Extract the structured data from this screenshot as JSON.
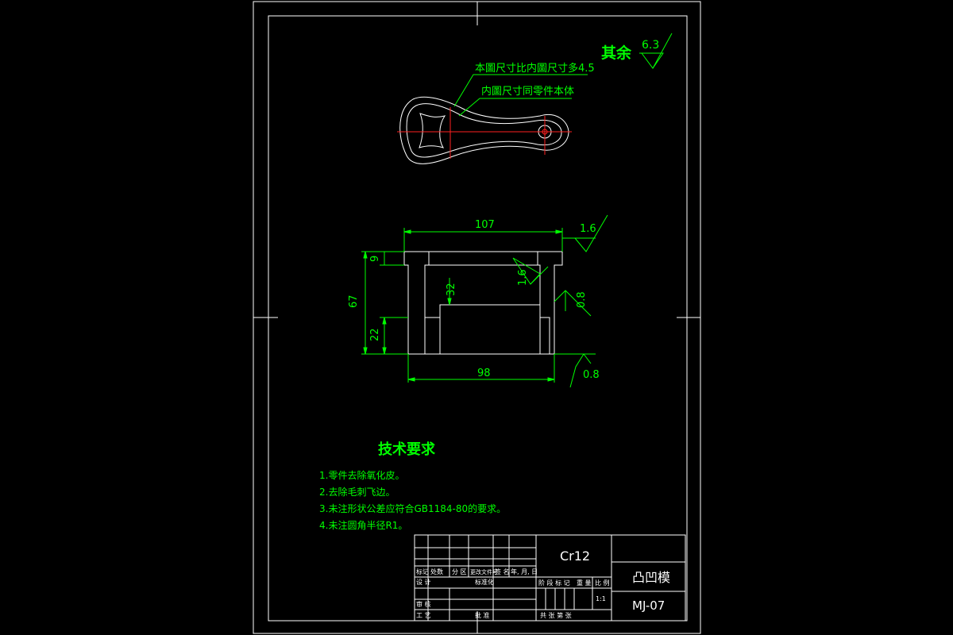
{
  "roughness": {
    "general_prefix": "其余",
    "general_value": "6.3",
    "top_face": "1.6",
    "inner_face": "1.6",
    "outer_face": "0.8",
    "bottom_face": "0.8"
  },
  "notes": {
    "leader_1": "本圖尺寸比内圖尺寸多4.5",
    "leader_2": "内圖尺寸同零件本体"
  },
  "dimensions": {
    "top_width": "107",
    "bottom_width": "98",
    "total_height": "67",
    "top_step": "9",
    "bottom_step": "22",
    "inner_height": "32"
  },
  "tech_requirements": {
    "title": "技术要求",
    "items": [
      "1.零件去除氧化皮。",
      "2.去除毛刺飞边。",
      "3.未注形状公差应符合GB1184-80的要求。",
      "4.未注圆角半径R1。"
    ]
  },
  "title_block": {
    "material": "Cr12",
    "part_name": "凸凹模",
    "drawing_no": "MJ-07",
    "scale": "1:1",
    "col_labels": [
      "标记",
      "处数",
      "分 区",
      "更改文件号",
      "签 名",
      "年, 月, 日"
    ],
    "design_label": "设 计",
    "standardize_label": "标准化",
    "review_label": "审 核",
    "process_label": "工 艺",
    "approve_label": "批 准",
    "stage_headers": [
      "阶 段 标 记",
      "重 量",
      "比 例"
    ],
    "sheets_label": "共   张  第   张"
  }
}
